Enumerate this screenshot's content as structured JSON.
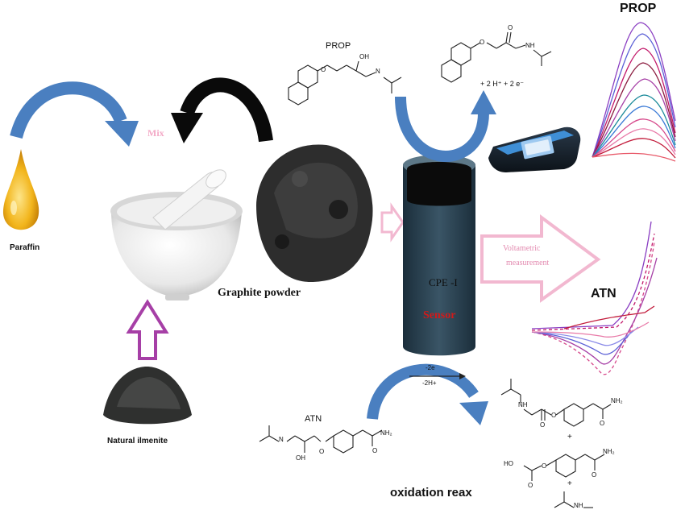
{
  "labels": {
    "prop_top_right": "PROP",
    "prop_molecule": "PROP",
    "mix": "Mix",
    "paraffin": "Paraffin",
    "graphite_powder": "Graphite  powder",
    "natural_ilmenite": "Natural ilmenite",
    "voltametric_line1": "Voltametric",
    "voltametric_line2": "measurement",
    "atn_right": "ATN",
    "atn_molecule": "ATN",
    "sensor_title": "CPE -I",
    "sensor_label": "Sensor",
    "prop_products": "+ 2 H⁺ + 2 e⁻",
    "minus_2e": "-2e",
    "minus_2h": "-2H+",
    "oxidation": "oxidation reax",
    "plus_1": "+",
    "plus_2": "+"
  },
  "colors": {
    "blue_arrow": "#4a7fc0",
    "black_arrow": "#0a0a0a",
    "pink_arrow": "#f2b8d0",
    "purple_arrow": "#a63fa6",
    "sensor_body": "#263d4d",
    "sensor_text": "#d01a1a",
    "mix_text": "#f3a9c6"
  }
}
